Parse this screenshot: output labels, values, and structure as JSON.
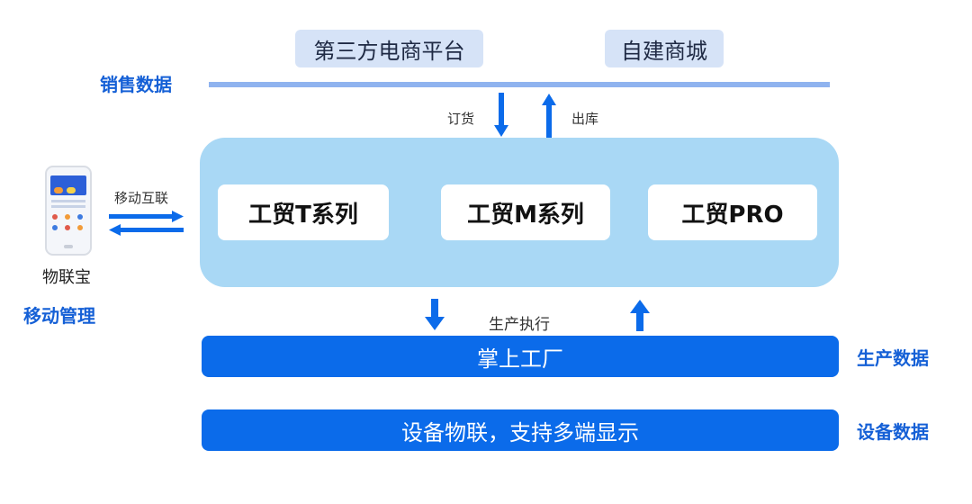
{
  "platforms": {
    "third_party": "第三方电商平台",
    "own_mall": "自建商城"
  },
  "labels": {
    "sales": "销售数据",
    "order": "订货",
    "outbound": "出库",
    "mobile_link": "移动互联",
    "phone_name": "物联宝",
    "mobile_mgmt": "移动管理",
    "prod_exec": "生产执行",
    "prod_data": "生产数据",
    "device_data": "设备数据"
  },
  "series": {
    "t": "工贸T系列",
    "m": "工贸M系列",
    "pro": "工贸PRO"
  },
  "bars": {
    "factory": "掌上工厂",
    "device": "设备物联，支持多端显示"
  },
  "colors": {
    "accent": "#0b6bea",
    "label": "#1560d6",
    "panel": "#a9d8f5",
    "line": "#8fb3ef",
    "chip": "#d6e3f7"
  }
}
